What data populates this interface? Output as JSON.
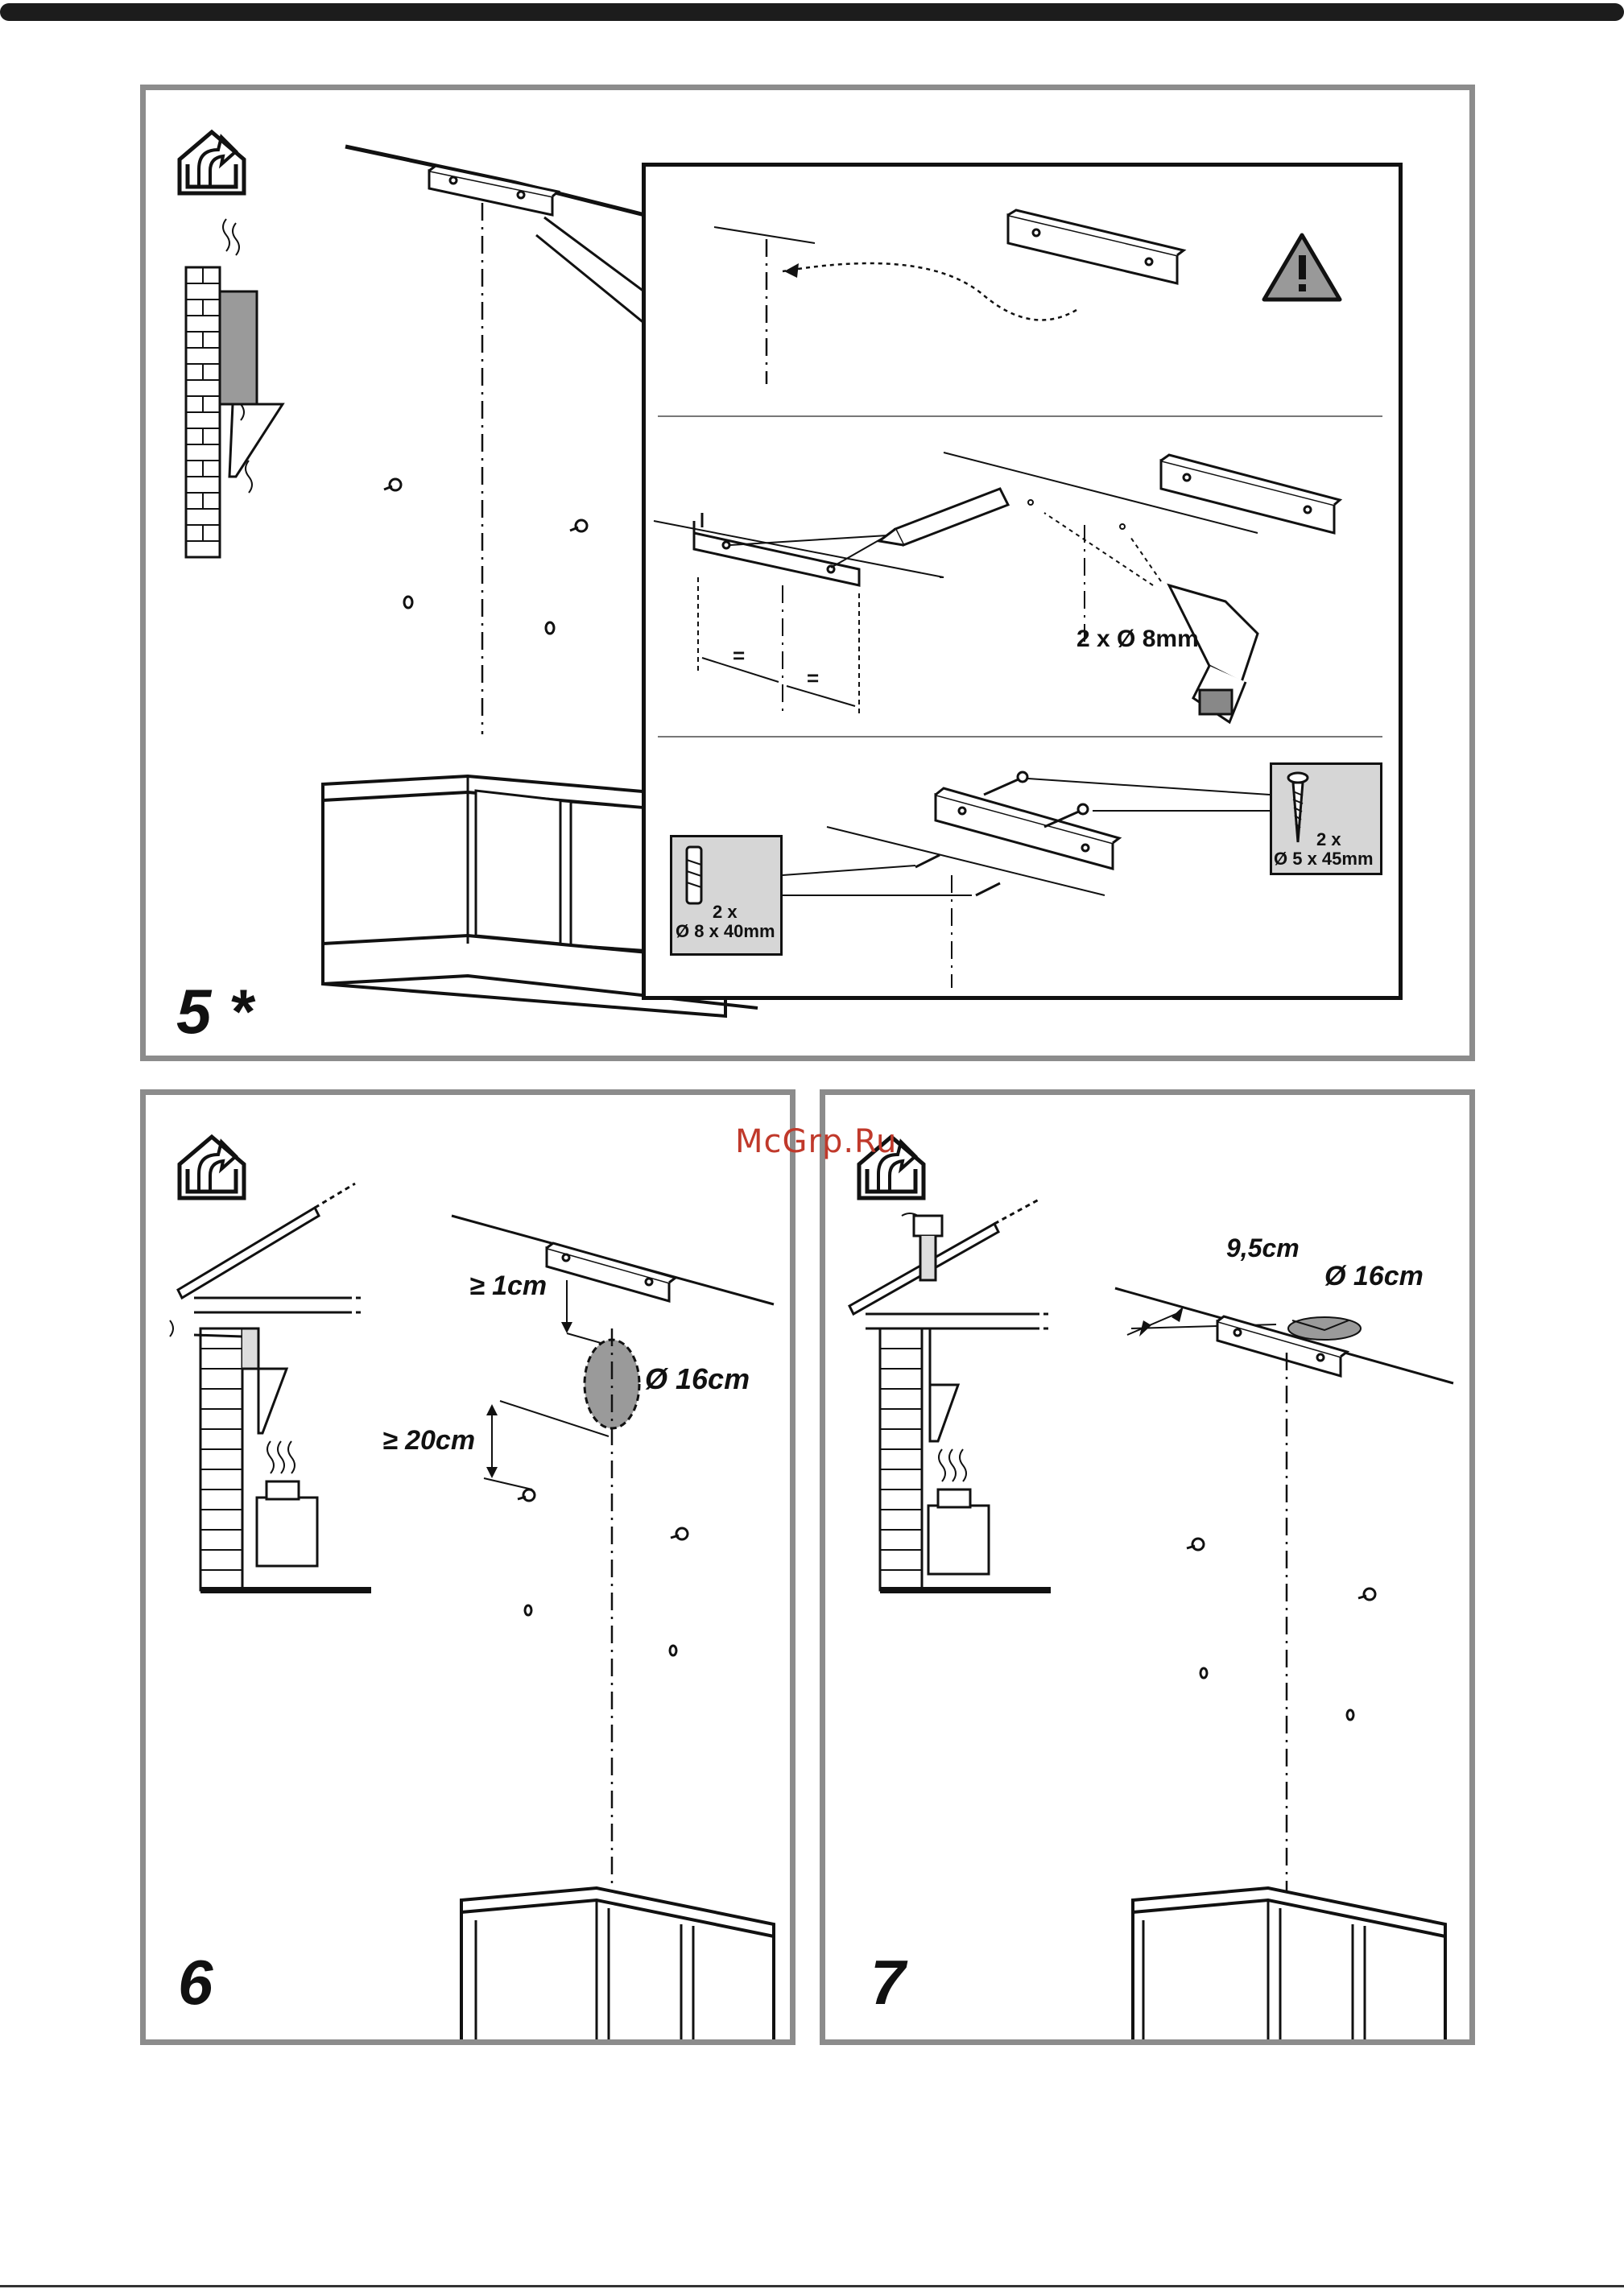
{
  "watermark": "McGrp.Ru",
  "step5": {
    "number": "5 *",
    "drill_label": "2 x Ø 8mm",
    "screw_qty": "2 x",
    "screw_size": "Ø 5 x 45mm",
    "plug_qty": "2 x",
    "plug_size": "Ø 8 x 40mm",
    "equal_mark_1": "=",
    "equal_mark_2": "="
  },
  "step6": {
    "number": "6",
    "min_ceiling_gap": "≥ 1cm",
    "duct_diameter": "Ø 16cm",
    "min_gap_below": "≥ 20cm"
  },
  "step7": {
    "number": "7",
    "offset": "9,5cm",
    "duct_diameter": "Ø 16cm"
  },
  "colors": {
    "frame_gray": "#8c8c8c",
    "callout_gray": "#d6d6d6",
    "duct_gray": "#9a9a9a",
    "watermark_red": "#c0392b"
  }
}
